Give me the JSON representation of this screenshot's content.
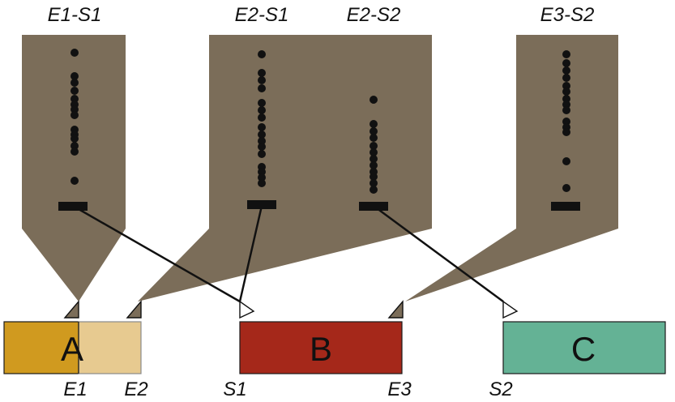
{
  "column_labels": {
    "e1_s1": "E1-S1",
    "e2_s1": "E2-S1",
    "e2_s2": "E2-S2",
    "e3_s2": "E3-S2"
  },
  "boxes": {
    "a": {
      "label": "A"
    },
    "b": {
      "label": "B"
    },
    "c": {
      "label": "C"
    }
  },
  "point_labels": {
    "e1": "E1",
    "e2": "E2",
    "s1": "S1",
    "e3": "E3",
    "s2": "S2"
  },
  "colors": {
    "funnel": "#7b6d59",
    "box_a_dark": "#d09a1f",
    "box_a_light": "#e7ca90",
    "box_b": "#a5281a",
    "box_c": "#64b295",
    "dot": "#111111"
  }
}
